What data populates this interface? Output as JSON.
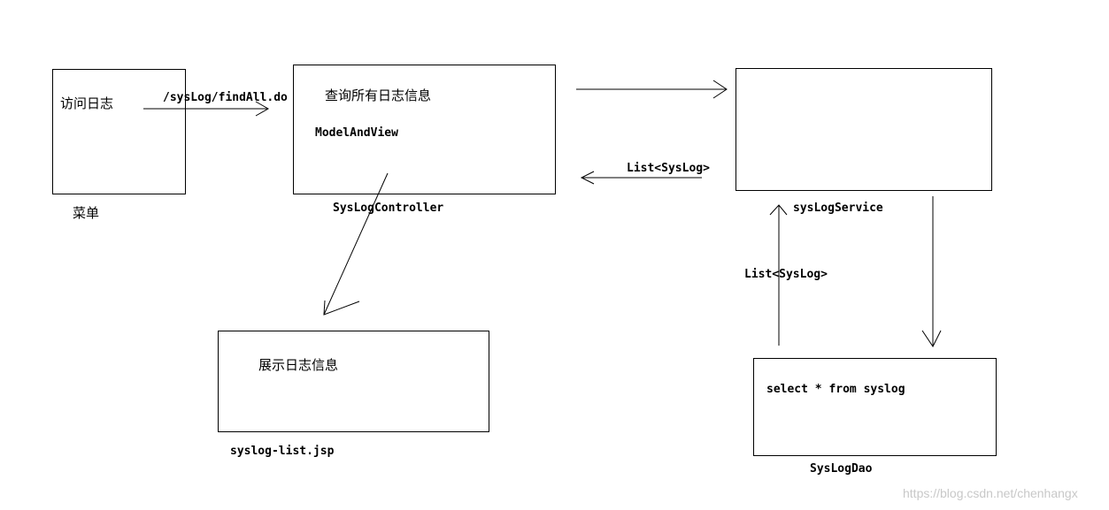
{
  "nodes": {
    "menu": {
      "text": "访问日志",
      "label": "菜单"
    },
    "controller": {
      "text": "查询所有日志信息",
      "subtext": "ModelAndView",
      "label": "SysLogController"
    },
    "service": {
      "label": "sysLogService"
    },
    "view": {
      "text": "展示日志信息",
      "label": "syslog-list.jsp"
    },
    "dao": {
      "text": "select * from syslog",
      "label": "SysLogDao"
    }
  },
  "edges": {
    "menu_to_controller": "/sysLog/findAll.do",
    "service_to_controller": "List<SysLog>",
    "dao_to_service": "List<SysLog>"
  },
  "watermark": "https://blog.csdn.net/chenhangx"
}
